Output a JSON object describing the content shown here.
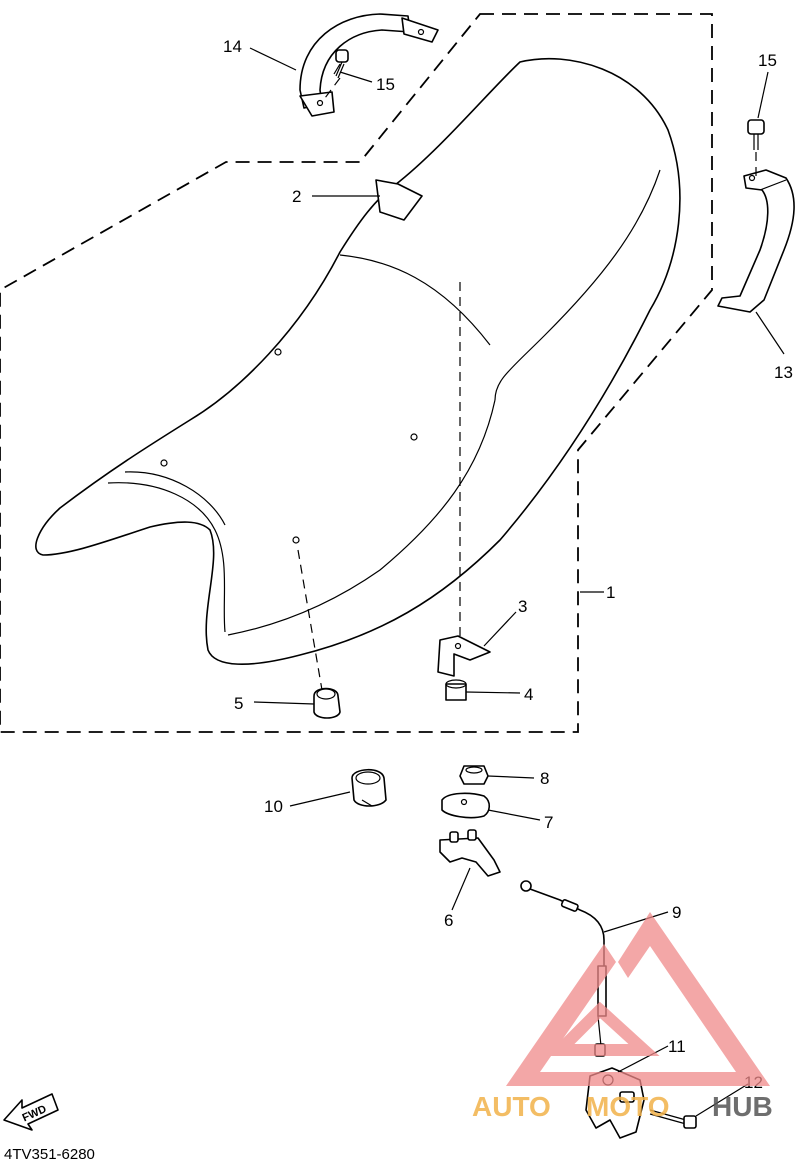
{
  "callouts": [
    "14",
    "15",
    "2",
    "15",
    "13",
    "1",
    "3",
    "5",
    "4",
    "10",
    "8",
    "7",
    "6",
    "9",
    "11",
    "12"
  ],
  "diagram_code": "4TV351-6280",
  "fwd_label": "FWD",
  "watermark": {
    "text_a": "AUTO",
    "text_b": "MOTO",
    "text_c": "HUB",
    "color_primary": "#f08a8a",
    "color_secondary": "#f2b24a",
    "color_dark": "#555555"
  }
}
